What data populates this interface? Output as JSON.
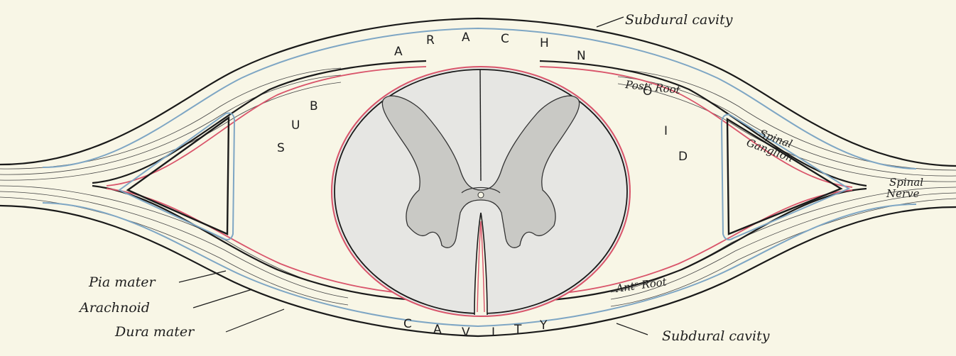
{
  "labels": {
    "subdural_top": "Subdural cavity",
    "subdural_bottom": "Subdural cavity",
    "post_root": "Postʳ Root",
    "spinal_ganglion_1": "Spinal",
    "spinal_ganglion_2": "Ganglion",
    "spinal_nerve_1": "Spinal",
    "spinal_nerve_2": "Nerve",
    "ant_root": "Antʳ Root",
    "pia_mater": "Pia mater",
    "arachnoid": "Arachnoid",
    "dura_mater": "Dura mater"
  },
  "cavity_letters": {
    "top": [
      "A",
      "R",
      "A",
      "C",
      "H",
      "N"
    ],
    "left": [
      "S",
      "U",
      "B"
    ],
    "right": [
      "O",
      "I",
      "D"
    ],
    "bottom": [
      "C",
      "A",
      "V",
      "I",
      "T",
      "Y"
    ]
  },
  "colors": {
    "background": "#f8f6e6",
    "dura": "#1a1a1a",
    "arachnoid": "#7ea6c4",
    "pia": "#d9546a",
    "cord": "#e6e6e3",
    "grey_matter": "#c9c9c5"
  }
}
